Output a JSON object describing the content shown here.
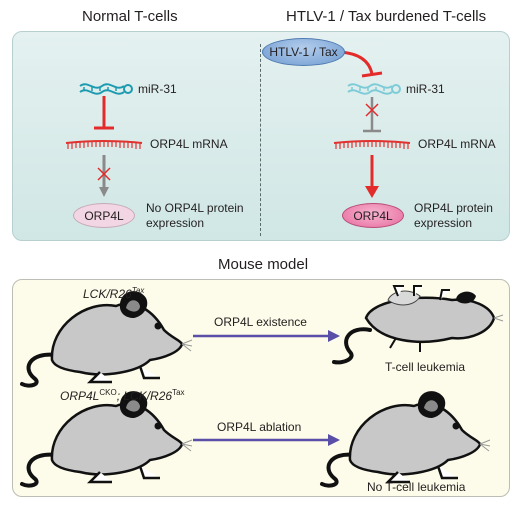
{
  "headings": {
    "left": "Normal T-cells",
    "right": "HTLV-1 / Tax burdened T-cells",
    "mouse_model": "Mouse model"
  },
  "normal": {
    "mirna": "miR-31",
    "mrna": "ORP4L mRNA",
    "protein": "ORP4L",
    "outcome_line1": "No ORP4L protein",
    "outcome_line2": "expression"
  },
  "burdened": {
    "virus": "HTLV-1 / Tax",
    "mirna": "miR-31",
    "mrna": "ORP4L mRNA",
    "protein": "ORP4L",
    "outcome_line1": "ORP4L protein",
    "outcome_line2": "expression"
  },
  "mouse": {
    "genotype1_base": "LCK/R26",
    "genotype1_sup": "Tax",
    "genotype2_a": "ORP4L",
    "genotype2_a_sup": "CKO",
    "genotype2_b": "; LCK/R26",
    "genotype2_b_sup": "Tax",
    "arrow1_label": "ORP4L existence",
    "arrow2_label": "ORP4L ablation",
    "outcome1": "T-cell leukemia",
    "outcome2": "No T-cell leukemia"
  },
  "colors": {
    "inhibit_red": "#e32b2b",
    "inhibit_gray": "#8a8a8a",
    "mirna_teal": "#1c9bb0",
    "mrna_red": "#e0322f",
    "mouse_arrow": "#5a4fa8",
    "mouse_body": "#c8c8c8"
  }
}
